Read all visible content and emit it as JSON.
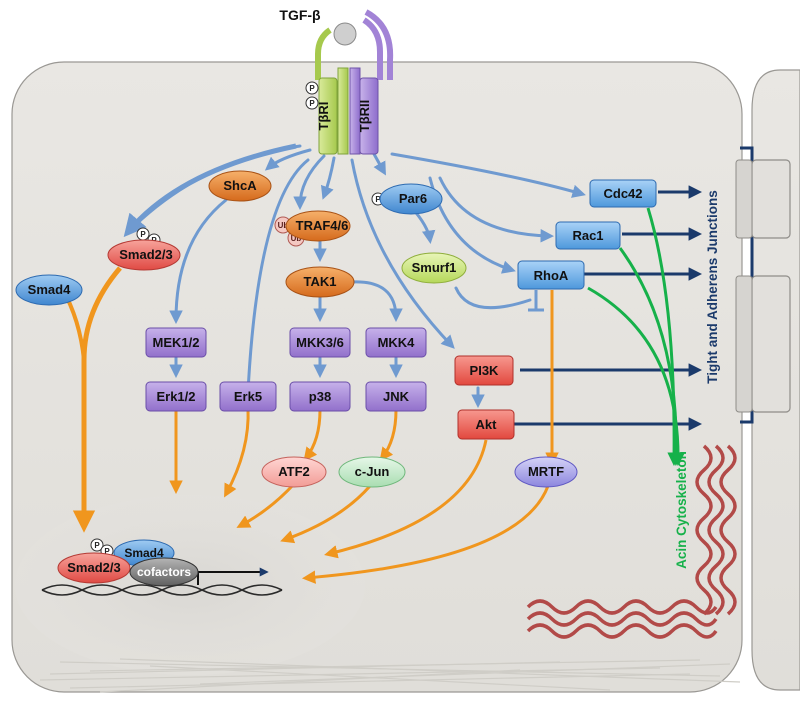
{
  "ligand": "TGF-β",
  "receptors": {
    "r1": "TβRI",
    "r2": "TβRII"
  },
  "phospho": "P",
  "ubiquitin": "Ub",
  "nodes": {
    "shca": "ShcA",
    "traf": "TRAF4/6",
    "par6": "Par6",
    "smad23": "Smad2/3",
    "smad4": "Smad4",
    "smurf1": "Smurf1",
    "rhoa": "RhoA",
    "rac1": "Rac1",
    "cdc42": "Cdc42",
    "tak1": "TAK1",
    "mek12": "MEK1/2",
    "mkk36": "MKK3/6",
    "mkk4": "MKK4",
    "erk12": "Erk1/2",
    "erk5": "Erk5",
    "p38": "p38",
    "jnk": "JNK",
    "pi3k": "PI3K",
    "akt": "Akt",
    "atf2": "ATF2",
    "cjun": "c-Jun",
    "mrtf": "MRTF",
    "n_smad4": "Smad4",
    "n_smad23": "Smad2/3",
    "cofactors": "cofactors"
  },
  "labels": {
    "junctions": "Tight and Adherens Junctions",
    "cytoskeleton": "Acin Cytoskeleton"
  },
  "colors": {
    "blue_arrow": "#6f9ad0",
    "orange_arrow": "#f0961e",
    "navy_arrow": "#1b3a6b",
    "green_arrow": "#16b14a",
    "purple_box": "#a98bd6",
    "red_box": "#f06a62",
    "blue_box": "#6aaee8",
    "actin": "#b24a48"
  }
}
